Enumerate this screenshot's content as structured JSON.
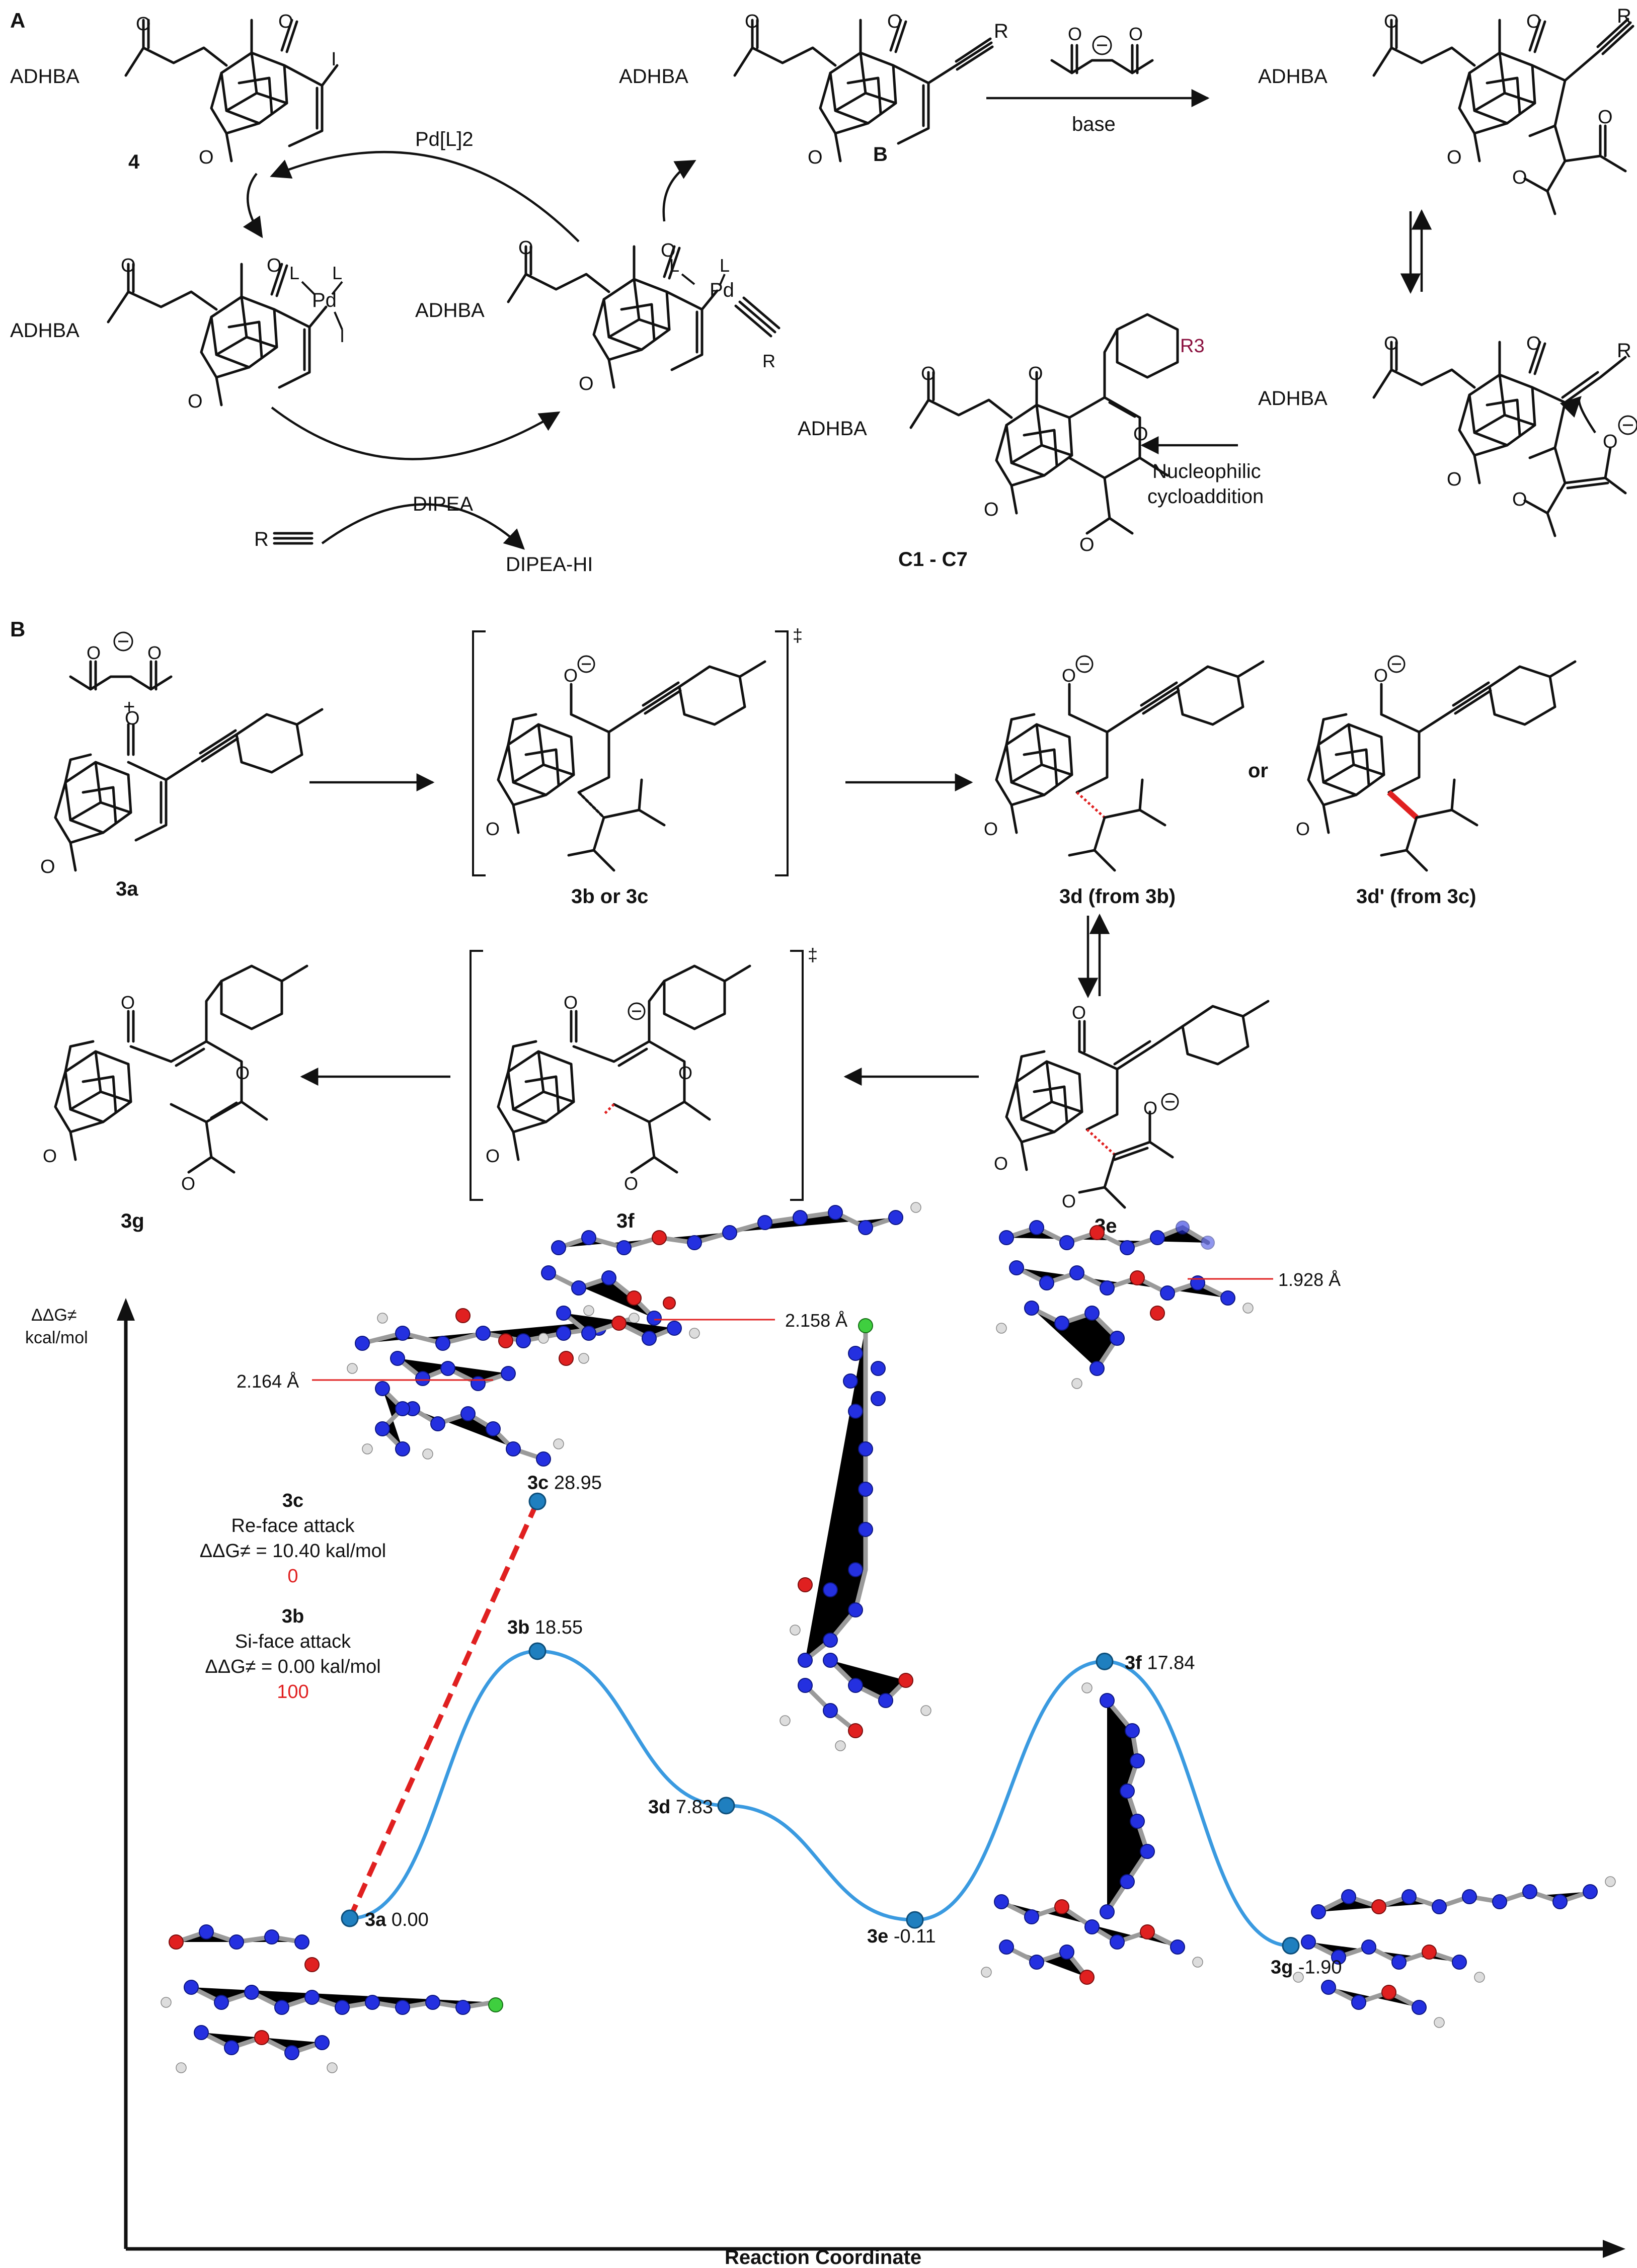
{
  "panels": {
    "a_label": "A",
    "b_label": "B"
  },
  "scheme_a": {
    "compound_4_substituent": "ADHBA",
    "compound_4_label": "4",
    "iodo": "I",
    "catalyst": "Pd[L]2",
    "pd_complex1_substituent": "ADHBA",
    "pd_complex1_ligand1": "L",
    "pd_complex1_ligand2": "L",
    "pd_complex1_metal": "Pd",
    "pd_complex1_iodide": "I",
    "pd_complex2_substituent": "ADHBA",
    "pd_complex2_ligand1": "L",
    "pd_complex2_ligand2": "L",
    "pd_complex2_metal": "Pd",
    "pd_complex2_r": "R",
    "base_reagent": "DIPEA",
    "alkyne_r": "R",
    "byproduct": "DIPEA-HI",
    "compound_b_substituent": "ADHBA",
    "compound_b_label": "B",
    "compound_b_r": "R",
    "arrow_condition": "base",
    "adduct_substituent": "ADHBA",
    "adduct_r": "R",
    "allenolate_substituent": "ADHBA",
    "allenolate_r": "R",
    "cyclization_line1": "Nucleophilic",
    "cyclization_line2": "cycloaddition",
    "product_substituent": "ADHBA",
    "product_label": "C1 - C7",
    "product_r3": "R3"
  },
  "scheme_b": {
    "plus": "+",
    "compound_3a": "3a",
    "ts_first": "3b or 3c",
    "double_dagger1": "‡",
    "compound_3d": "3d  (from 3b)",
    "or_word": "or",
    "compound_3d_prime": "3d' (from 3c)",
    "compound_3e": "3e",
    "ts_second": "3f",
    "double_dagger2": "‡",
    "compound_3g": "3g"
  },
  "energy_profile": {
    "y_axis_label_line1": "ΔΔG≠",
    "y_axis_label_line2": "kcal/mol",
    "x_axis_label": "Reaction Coordinate",
    "points": [
      {
        "id": "3a",
        "label": "3a",
        "value": "0.00"
      },
      {
        "id": "3b",
        "label": "3b",
        "value": "18.55"
      },
      {
        "id": "3c",
        "label": "3c",
        "value": "28.95"
      },
      {
        "id": "3d",
        "label": "3d",
        "value": "7.83"
      },
      {
        "id": "3e",
        "label": "3e",
        "value": "-0.11"
      },
      {
        "id": "3f",
        "label": "3f",
        "value": "17.84"
      },
      {
        "id": "3g",
        "label": "3g",
        "value": "-1.90"
      }
    ],
    "distance_3c": "2.164 Å",
    "distance_3b": "2.158 Å",
    "distance_3f": "1.928 Å",
    "legend_3c_title": "3c",
    "legend_3c_attack": "Re-face attack",
    "legend_3c_ddg": "ΔΔG≠ = 10.40 kal/mol",
    "legend_3c_ratio": "0",
    "legend_3b_title": "3b",
    "legend_3b_attack": "Si-face attack",
    "legend_3b_ddg": "ΔΔG≠ = 0.00 kal/mol",
    "legend_3b_ratio": "100",
    "colors": {
      "profile_curve": "#3a9ae0",
      "re_face_path": "#e02020",
      "point": "#1f7fbf",
      "ratio_text": "#e02020",
      "distance_line": "#e02020"
    }
  }
}
